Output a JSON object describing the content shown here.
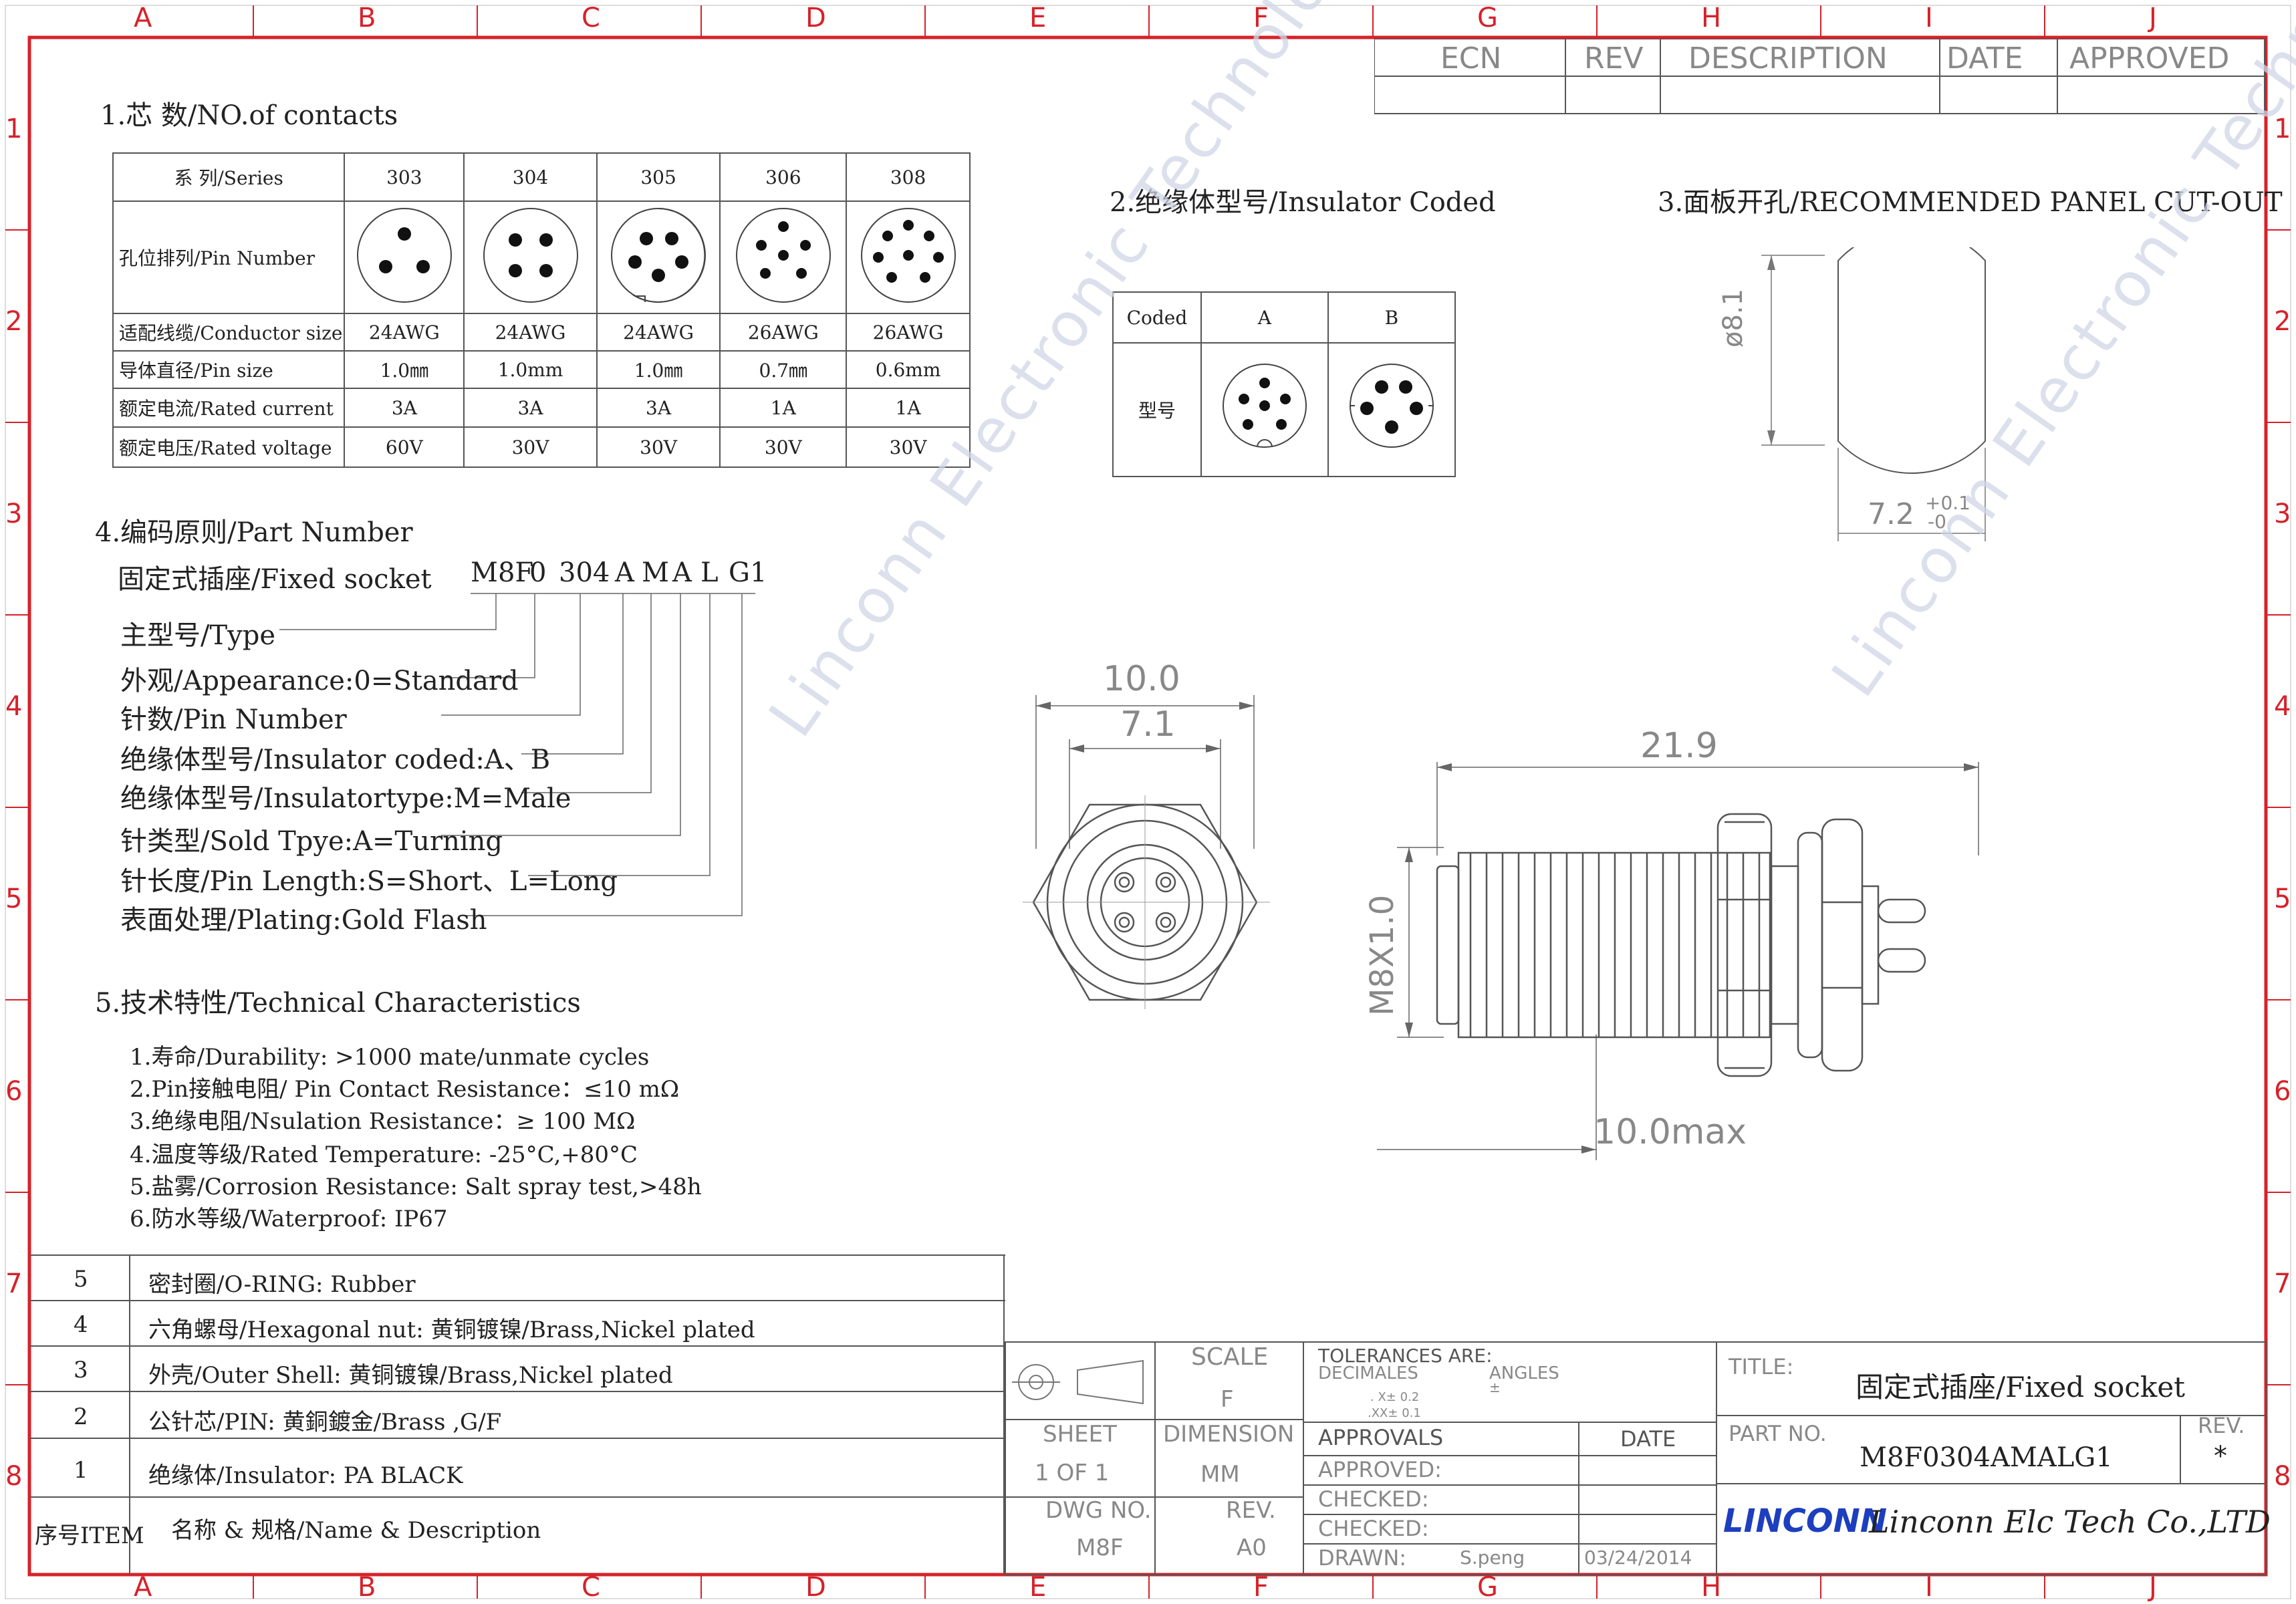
{
  "frame": {
    "col_letters": [
      "A",
      "B",
      "C",
      "D",
      "E",
      "F",
      "G",
      "H",
      "I",
      "J"
    ],
    "row_numbers": [
      "1",
      "2",
      "3",
      "4",
      "5",
      "6",
      "7",
      "8"
    ]
  },
  "revision_block": {
    "headers": [
      "ECN",
      "REV",
      "DESCRIPTION",
      "DATE",
      "APPROVED"
    ]
  },
  "section1": {
    "title": "1.芯 数/NO.of contacts",
    "header_label": "系 列/Series",
    "series": [
      "303",
      "304",
      "305",
      "306",
      "308"
    ],
    "rows": [
      {
        "label": "孔位排列/Pin Number",
        "values": [
          "",
          "",
          "",
          "",
          ""
        ]
      },
      {
        "label": "适配线缆/Conductor size",
        "values": [
          "24AWG",
          "24AWG",
          "24AWG",
          "26AWG",
          "26AWG"
        ]
      },
      {
        "label": "导体直径/Pin size",
        "values": [
          "1.0㎜",
          "1.0mm",
          "1.0㎜",
          "0.7㎜",
          "0.6mm"
        ]
      },
      {
        "label": "额定电流/Rated current",
        "values": [
          "3A",
          "3A",
          "3A",
          "1A",
          "1A"
        ]
      },
      {
        "label": "额定电压/Rated voltage",
        "values": [
          "60V",
          "30V",
          "30V",
          "30V",
          "30V"
        ]
      }
    ]
  },
  "section2": {
    "title": "2.绝缘体型号/Insulator Coded",
    "coded_label": "Coded",
    "type_label": "型号",
    "codes": [
      "A",
      "B"
    ]
  },
  "section3": {
    "title": "3.面板开孔/RECOMMENDED PANEL CUT-OUT",
    "dim_height": "ø8.1",
    "dim_width": "7.2",
    "tol_plus": "+0.1",
    "tol_minus": "-0"
  },
  "section4": {
    "title": "4.编码原则/Part Number",
    "socket_label": "固定式插座/Fixed socket",
    "code_parts": [
      "M8F",
      "0",
      "304",
      "A",
      "M",
      "A",
      "L",
      "G1"
    ],
    "items": [
      "主型号/Type",
      "外观/Appearance:0=Standard",
      "针数/Pin Number",
      "绝缘体型号/Insulator coded:A、B",
      "绝缘体型号/Insulatortype:M=Male",
      "针类型/Sold Tpye:A=Turning",
      "针长度/Pin Length:S=Short、L=Long",
      "表面处理/Plating:Gold Flash"
    ]
  },
  "section5": {
    "title": "5.技术特性/Technical Characteristics",
    "items": [
      "1.寿命/Durability: >1000 mate/unmate cycles",
      "2.Pin接触电阻/ Pin Contact Resistance：≤10 mΩ",
      "3.绝缘电阻/Nsulation Resistance：≥ 100 MΩ",
      "4.温度等级/Rated Temperature: -25°C,+80°C",
      "5.盐雾/Corrosion Resistance: Salt spray test,>48h",
      "6.防水等级/Waterproof: IP67"
    ]
  },
  "drawing": {
    "front_outer": "10.0",
    "front_inner": "7.1",
    "side_length": "21.9",
    "thread": "M8X1.0",
    "side_max": "10.0max"
  },
  "bom": {
    "rows": [
      {
        "item": "5",
        "desc": "密封圈/O-RING: Rubber"
      },
      {
        "item": "4",
        "desc": "六角螺母/Hexagonal nut: 黄铜镀镍/Brass,Nickel plated"
      },
      {
        "item": "3",
        "desc": "外壳/Outer Shell: 黄铜镀镍/Brass,Nickel plated"
      },
      {
        "item": "2",
        "desc": "公针芯/PIN: 黄銅鍍金/Brass ,G/F"
      },
      {
        "item": "1",
        "desc": "绝缘体/Insulator: PA BLACK"
      }
    ],
    "footer_item": "序号ITEM",
    "footer_desc": "名称 & 规格/Name & Description"
  },
  "title_block": {
    "scale_label": "SCALE",
    "scale_value": "F",
    "sheet_label": "SHEET",
    "sheet_value": "1  OF  1",
    "dimension_label": "DIMENSION",
    "dimension_value": "MM",
    "dwg_label": "DWG  NO.",
    "dwg_value": "M8F",
    "rev_label": "REV.",
    "rev_value": "A0",
    "tolerances": "TOLERANCES ARE:",
    "decimals": "DECIMALES",
    "angles": "ANGLES",
    "tol_x": ". X± 0.2",
    "tol_xx": ".XX± 0.1",
    "angle_pm": "±",
    "approvals": "APPROVALS",
    "date_label": "DATE",
    "approved": "APPROVED:",
    "checked1": "CHECKED:",
    "checked2": "CHECKED:",
    "drawn": "DRAWN:",
    "drawn_by": "S.peng",
    "drawn_date": "03/24/2014",
    "title_label": "TITLE:",
    "title_value": "固定式插座/Fixed socket",
    "part_label": "PART  NO.",
    "part_value": "M8F0304AMALG1",
    "rev2_label": "REV.",
    "rev2_value": "*",
    "company_logo": "LINCONN",
    "company_name": "Linconn Elc Tech Co.,LTD"
  },
  "watermark": "Linconn Electronic Technology Co.,LTD",
  "colors": {
    "frame": "#d6222a",
    "line": "#555555",
    "watermark": "#cfd6e6",
    "logo": "#1d3fbf"
  }
}
